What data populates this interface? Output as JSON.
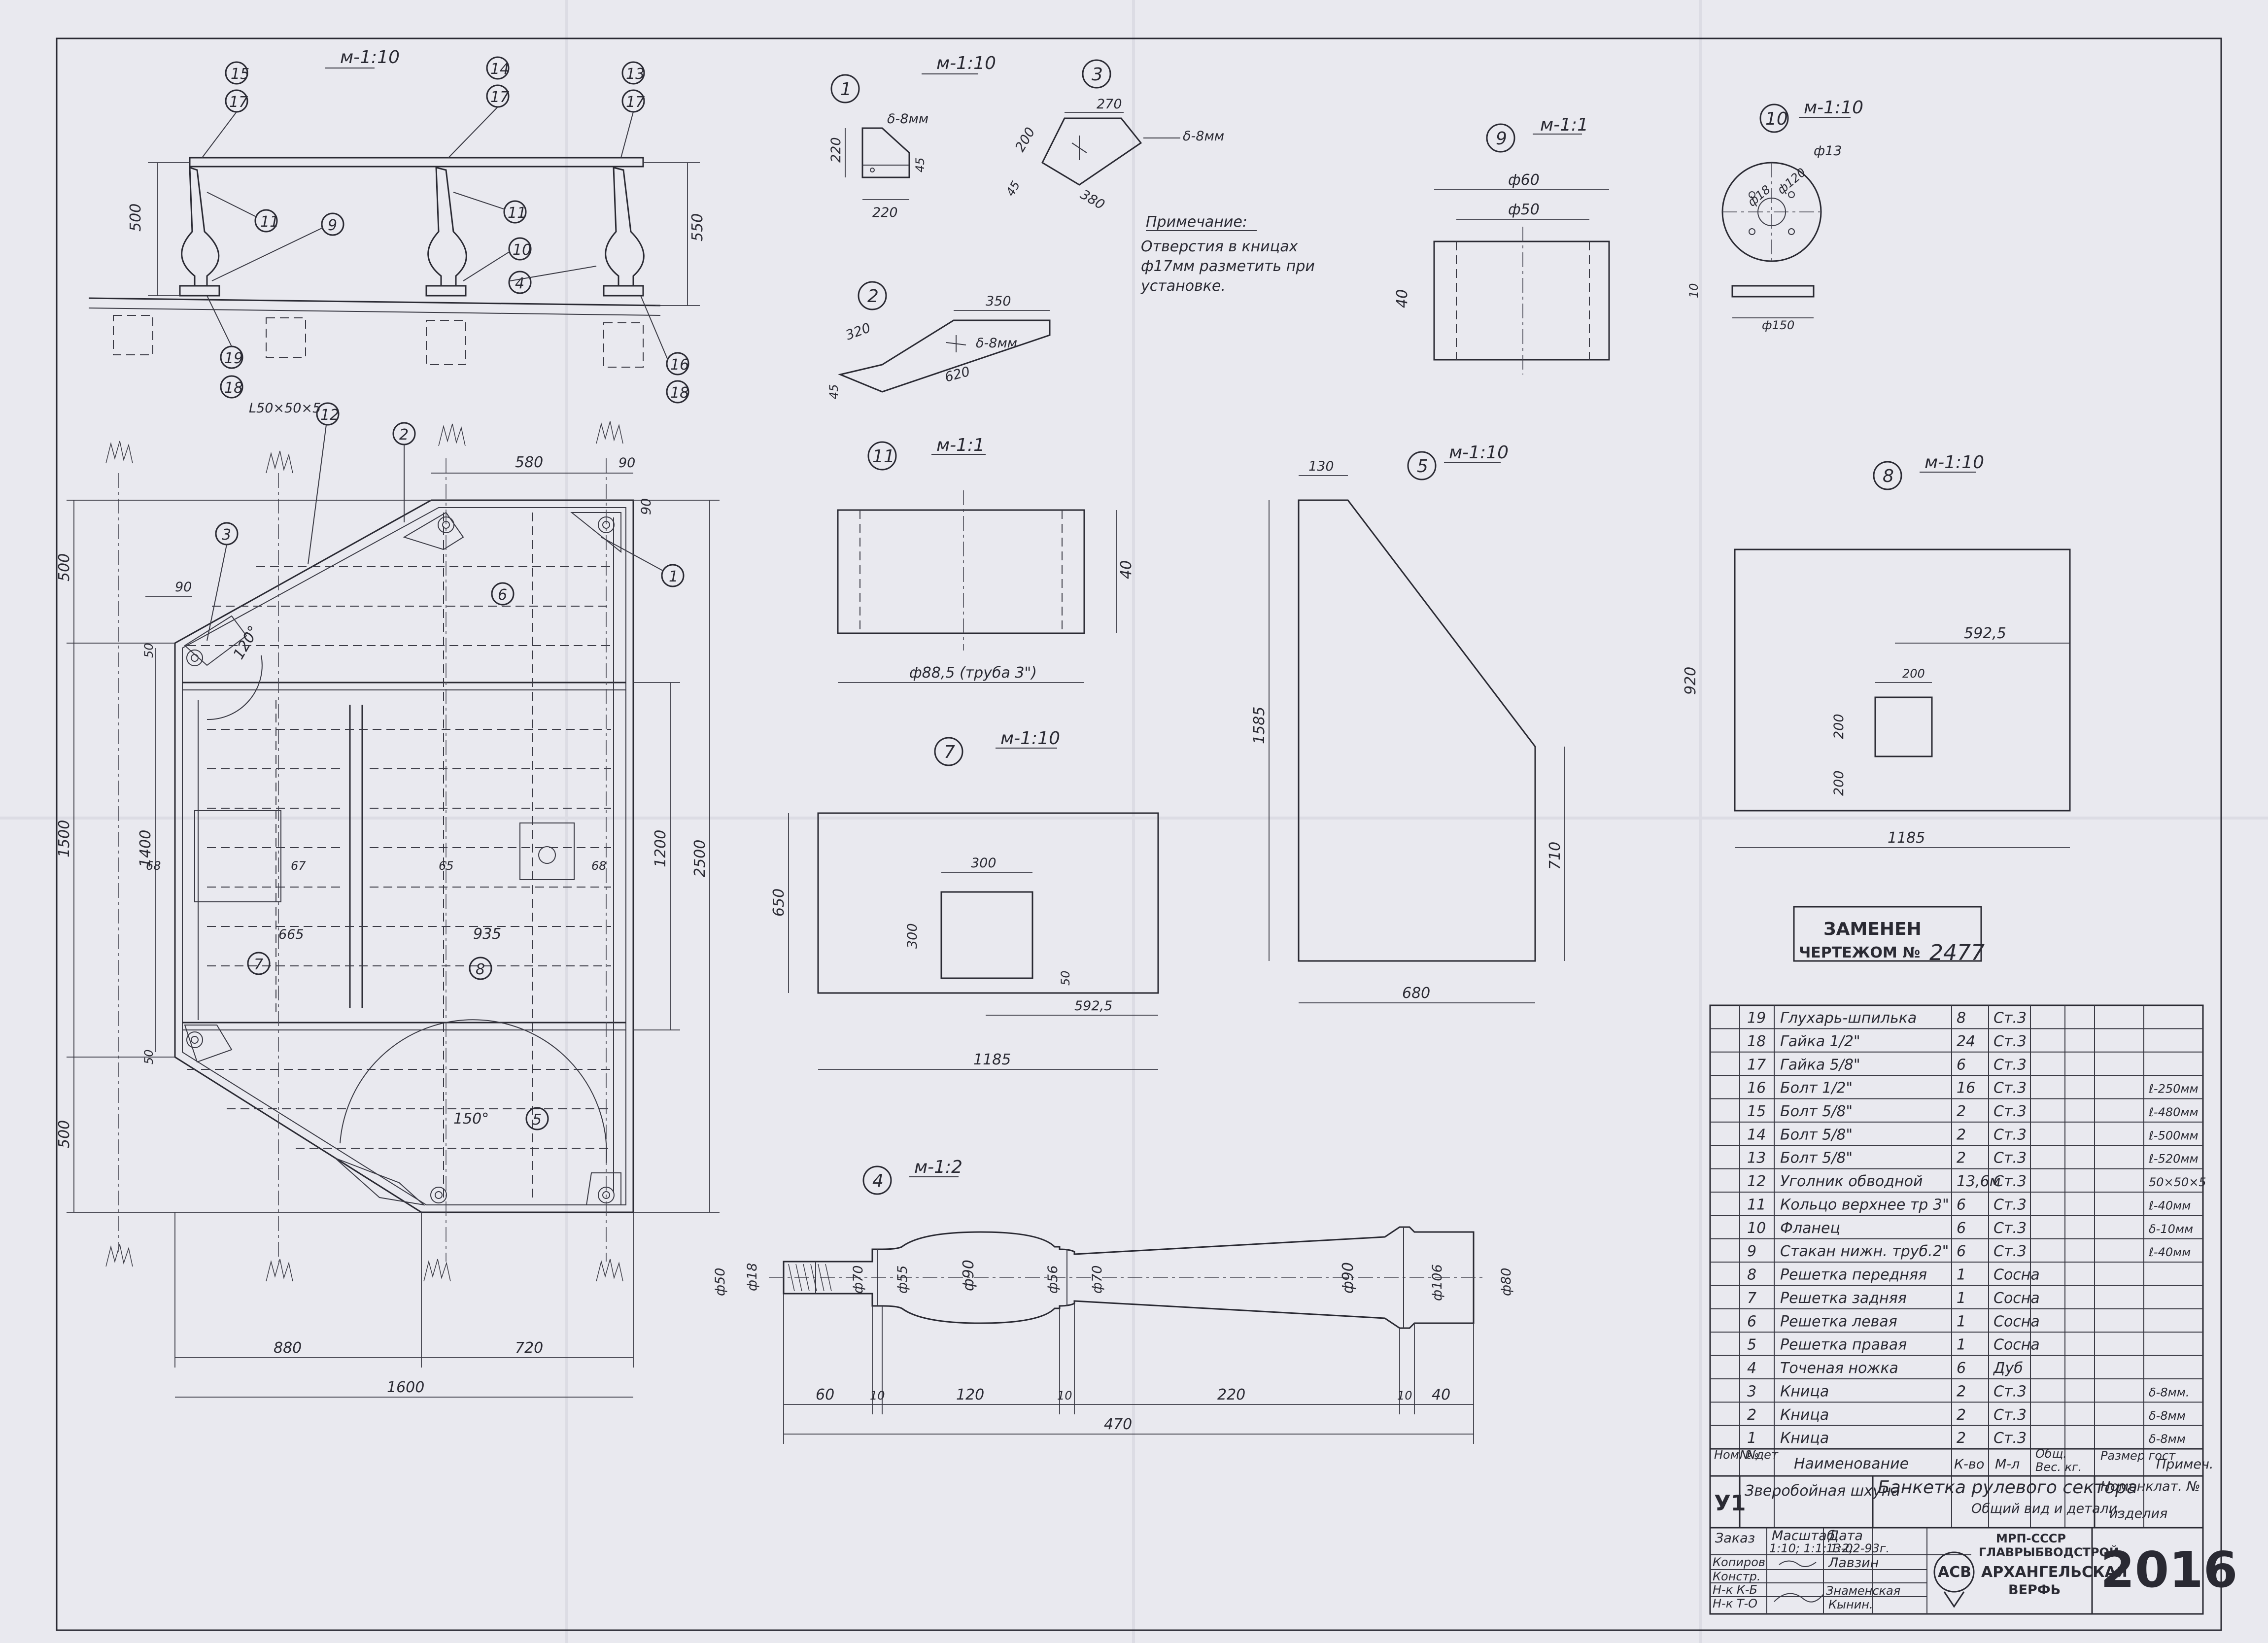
{
  "drawing": {
    "number": "2016",
    "replaced_stamp": {
      "line1": "ЗАМЕНЕН",
      "line2": "ЧЕРТЕЖОМ №",
      "number": "2477"
    },
    "title_block": {
      "doc_code": "У1",
      "project": "Зверобойная шхуна",
      "title": "Банкетка рулевого сектора",
      "subtitle": "Общий вид и детали.",
      "scale_label": "Масштаб",
      "scale_value": "1:10; 1:1; 1:2;",
      "date_label": "Дата",
      "date_value": "13-02-93г.",
      "order_label": "Заказ",
      "nomenclature": "Номенклат. №",
      "product": "изделия",
      "org_line1": "МРП-СССР",
      "org_line2": "ГЛАВРЫБВОДСТРОЙ",
      "org_line3": "АРХАНГЕЛЬСКАЯ",
      "org_line4": "ВЕРФЬ",
      "logo": "АСВ",
      "roles": [
        "Копиров",
        "Констр.",
        "Н-к К-Б",
        "Н-к Т-О"
      ],
      "names": [
        "Лавзин",
        "Знаменская",
        "Кынин."
      ]
    },
    "parts_header": {
      "pos": "Ном. №",
      "det": "№ дет",
      "name": "Наименование",
      "qty": "К-во",
      "mat": "М-л",
      "weight": "Вес. кг.",
      "total": "Общ.",
      "size": "Размер гост",
      "note": "Примеч."
    },
    "parts": [
      {
        "n": "19",
        "name": "Глухарь-шпилька",
        "qty": "8",
        "mat": "Ст.3",
        "note": ""
      },
      {
        "n": "18",
        "name": "Гайка 1/2\"",
        "qty": "24",
        "mat": "Ст.3",
        "note": ""
      },
      {
        "n": "17",
        "name": "Гайка 5/8\"",
        "qty": "6",
        "mat": "Ст.3",
        "note": ""
      },
      {
        "n": "16",
        "name": "Болт 1/2\"",
        "qty": "16",
        "mat": "Ст.3",
        "note": "ℓ-250мм"
      },
      {
        "n": "15",
        "name": "Болт 5/8\"",
        "qty": "2",
        "mat": "Ст.3",
        "note": "ℓ-480мм"
      },
      {
        "n": "14",
        "name": "Болт 5/8\"",
        "qty": "2",
        "mat": "Ст.3",
        "note": "ℓ-500мм"
      },
      {
        "n": "13",
        "name": "Болт 5/8\"",
        "qty": "2",
        "mat": "Ст.3",
        "note": "ℓ-520мм"
      },
      {
        "n": "12",
        "name": "Уголник обводной",
        "qty": "13,6м",
        "mat": "Ст.3",
        "note": "50×50×5"
      },
      {
        "n": "11",
        "name": "Кольцо верхнее тр 3\"",
        "qty": "6",
        "mat": "Ст.3",
        "note": "ℓ-40мм"
      },
      {
        "n": "10",
        "name": "Фланец",
        "qty": "6",
        "mat": "Ст.3",
        "note": "δ-10мм"
      },
      {
        "n": "9",
        "name": "Стакан нижн. труб.2\"",
        "qty": "6",
        "mat": "Ст.3",
        "note": "ℓ-40мм"
      },
      {
        "n": "8",
        "name": "Решетка передняя",
        "qty": "1",
        "mat": "Сосна",
        "note": ""
      },
      {
        "n": "7",
        "name": "Решетка задняя",
        "qty": "1",
        "mat": "Сосна",
        "note": ""
      },
      {
        "n": "6",
        "name": "Решетка левая",
        "qty": "1",
        "mat": "Сосна",
        "note": ""
      },
      {
        "n": "5",
        "name": "Решетка правая",
        "qty": "1",
        "mat": "Сосна",
        "note": ""
      },
      {
        "n": "4",
        "name": "Точеная ножка",
        "qty": "6",
        "mat": "Дуб",
        "note": ""
      },
      {
        "n": "3",
        "name": "Кница",
        "qty": "2",
        "mat": "Ст.3",
        "note": "δ-8мм."
      },
      {
        "n": "2",
        "name": "Кница",
        "qty": "2",
        "mat": "Ст.3",
        "note": "δ-8мм"
      },
      {
        "n": "1",
        "name": "Кница",
        "qty": "2",
        "mat": "Ст.3",
        "note": "δ-8мм"
      }
    ],
    "note": {
      "title": "Примечание:",
      "l1": "Отверстия в кницах",
      "l2": "ф17мм разметить при",
      "l3": "установке."
    },
    "scales": {
      "m110": "м-1:10",
      "m11": "м-1:1",
      "m12": "м-1:2"
    },
    "side_view": {
      "dims": [
        "500",
        "550"
      ],
      "callouts": [
        "15",
        "17",
        "14",
        "17",
        "13",
        "17",
        "11",
        "9",
        "11",
        "10",
        "4",
        "19",
        "18",
        "16",
        "18"
      ]
    },
    "plan_view": {
      "angle_label": "L50×50×5",
      "dims": [
        "580",
        "90",
        "90",
        "90",
        "500",
        "1500",
        "500",
        "1400",
        "1200",
        "2500",
        "665",
        "935",
        "880",
        "720",
        "1600",
        "50",
        "50",
        "67",
        "68",
        "65",
        "68"
      ],
      "angles": [
        "120°",
        "150°"
      ],
      "callouts": [
        "12",
        "2",
        "3",
        "1",
        "6",
        "7",
        "8",
        "5"
      ]
    },
    "detail1": {
      "num": "1",
      "dims": [
        "δ-8мм",
        "220",
        "45",
        "220"
      ]
    },
    "detail2": {
      "num": "2",
      "dims": [
        "350",
        "320",
        "δ-8мм",
        "45",
        "620"
      ]
    },
    "detail3": {
      "num": "3",
      "dims": [
        "270",
        "200",
        "δ-8мм",
        "45",
        "380"
      ]
    },
    "detail9": {
      "num": "9",
      "dims": [
        "ф60",
        "ф50",
        "40"
      ]
    },
    "detail10": {
      "num": "10",
      "dims": [
        "ф13",
        "ф18",
        "ф120",
        "10",
        "ф150"
      ]
    },
    "detail11": {
      "num": "11",
      "dims": [
        "40",
        "ф88,5 (труба 3\")"
      ]
    },
    "detail5": {
      "num": "5",
      "dims": [
        "130",
        "1585",
        "710",
        "680"
      ]
    },
    "detail8": {
      "num": "8",
      "dims": [
        "592,5",
        "200",
        "920",
        "200",
        "200",
        "1185"
      ]
    },
    "detail7": {
      "num": "7",
      "dims": [
        "300",
        "650",
        "300",
        "50",
        "592,5",
        "1185"
      ]
    },
    "detail4": {
      "num": "4",
      "dims": [
        "ф50",
        "ф18",
        "ф70",
        "ф55",
        "ф90",
        "ф56",
        "ф70",
        "ф90",
        "ф106",
        "ф80",
        "60",
        "10",
        "120",
        "10",
        "220",
        "10",
        "40",
        "470"
      ]
    }
  }
}
